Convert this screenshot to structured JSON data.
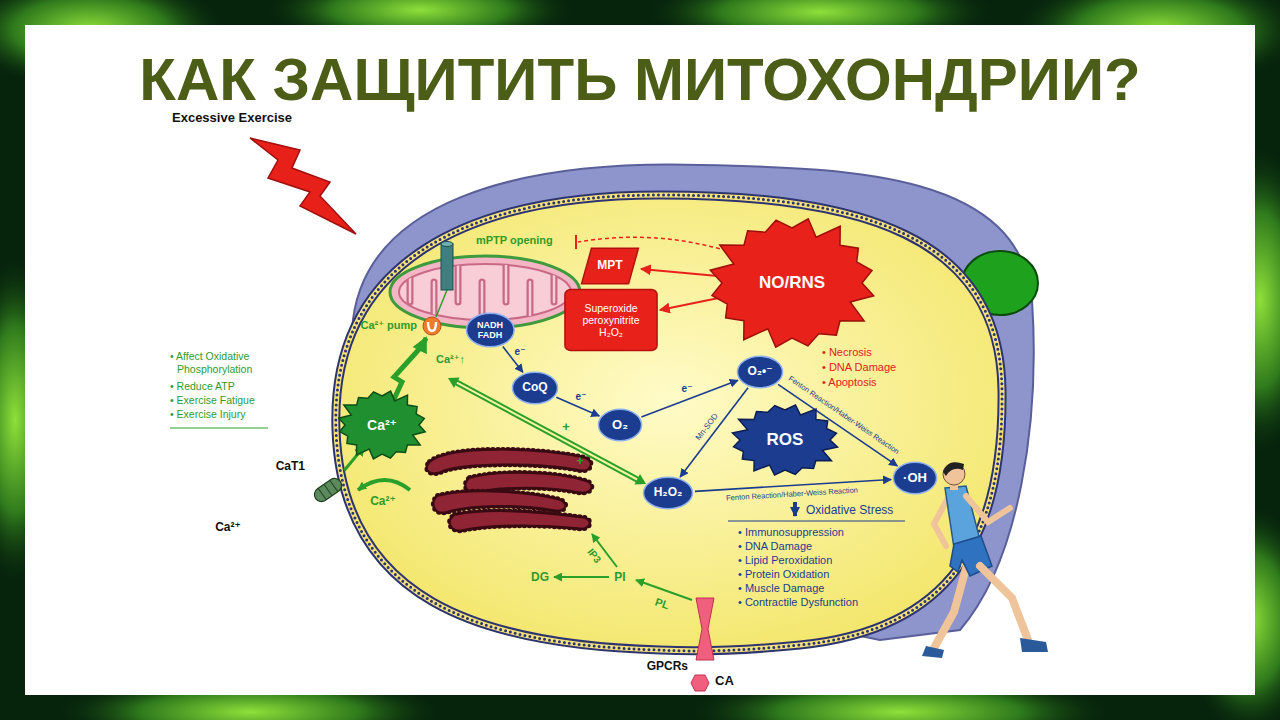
{
  "diagram": {
    "title": "КАК ЗАЩИТИТЬ МИТОХОНДРИИ?",
    "nodes": [
      {
        "text": [
          "MPT"
        ]
      },
      {
        "text": [
          "Superoxide peroxynitrite",
          "H₂O₂"
        ]
      },
      {
        "text": [
          "NO/RNS"
        ]
      },
      {
        "text": [
          "Ca²⁺ pump"
        ]
      },
      {
        "text": [
          "NADH FADH"
        ]
      },
      {
        "text": [
          "CoQ"
        ]
      },
      {
        "text": [
          "Ca²⁺"
        ]
      },
      {
        "text": [
          "O₂"
        ]
      },
      {
        "text": [
          "O₂•⁻"
        ]
      },
      {
        "text": [
          "ROS"
        ]
      },
      {
        "text": [
          "·OH"
        ]
      },
      {
        "text": [
          "H₂O₂"
        ]
      },
      {
        "text": [
          "CaT1"
        ]
      },
      {
        "text": [
          "GPCRs"
        ]
      },
      {
        "text": [
          "CA"
        ]
      }
    ],
    "edges": [
      {
        "from": 4,
        "to": 5,
        "label": "e⁻",
        "arrow": "to"
      },
      {
        "from": 5,
        "to": 7,
        "label": "e⁻",
        "arrow": "to"
      },
      {
        "from": 7,
        "to": 8,
        "label": "e⁻",
        "arrow": "to"
      },
      {
        "from": 8,
        "to": 11,
        "label": "Mn-SOD",
        "arrow": "to"
      },
      {
        "from": 8,
        "to": 10,
        "label": "Fenton Reaction/Haber-Weiss Reaction",
        "arrow": "to"
      },
      {
        "from": 11,
        "to": 10,
        "label": "Fenton Reaction/Haber-Weiss Reaction",
        "arrow": "to"
      },
      {
        "from": 2,
        "to": 0,
        "arrow": "to"
      },
      {
        "from": 2,
        "to": 1,
        "arrow": "to"
      },
      {
        "from": 6,
        "to": 3,
        "arrow": "to"
      },
      {
        "from": 12,
        "to": 6,
        "arrow": "to"
      }
    ],
    "labels": [
      "Excessive Exercise",
      "mPTP opening",
      "Ca²⁺↑",
      "• Affect Oxidative Phosphorylation",
      "• Reduce ATP",
      "• Exercise Fatigue",
      "• Exercise Injury",
      "• Necrosis",
      "• DNA Damage",
      "• Apoptosis",
      "+",
      "+",
      "Ca²⁺",
      "Ca²⁺",
      "Oxidative Stress",
      "• Immunosuppression",
      "• DNA Damage",
      "• Lipid Peroxidation",
      "• Protein Oxidation",
      "• Muscle Damage",
      "• Contractile Dysfunction",
      "IP3",
      "DG",
      "PI",
      "PL"
    ]
  }
}
